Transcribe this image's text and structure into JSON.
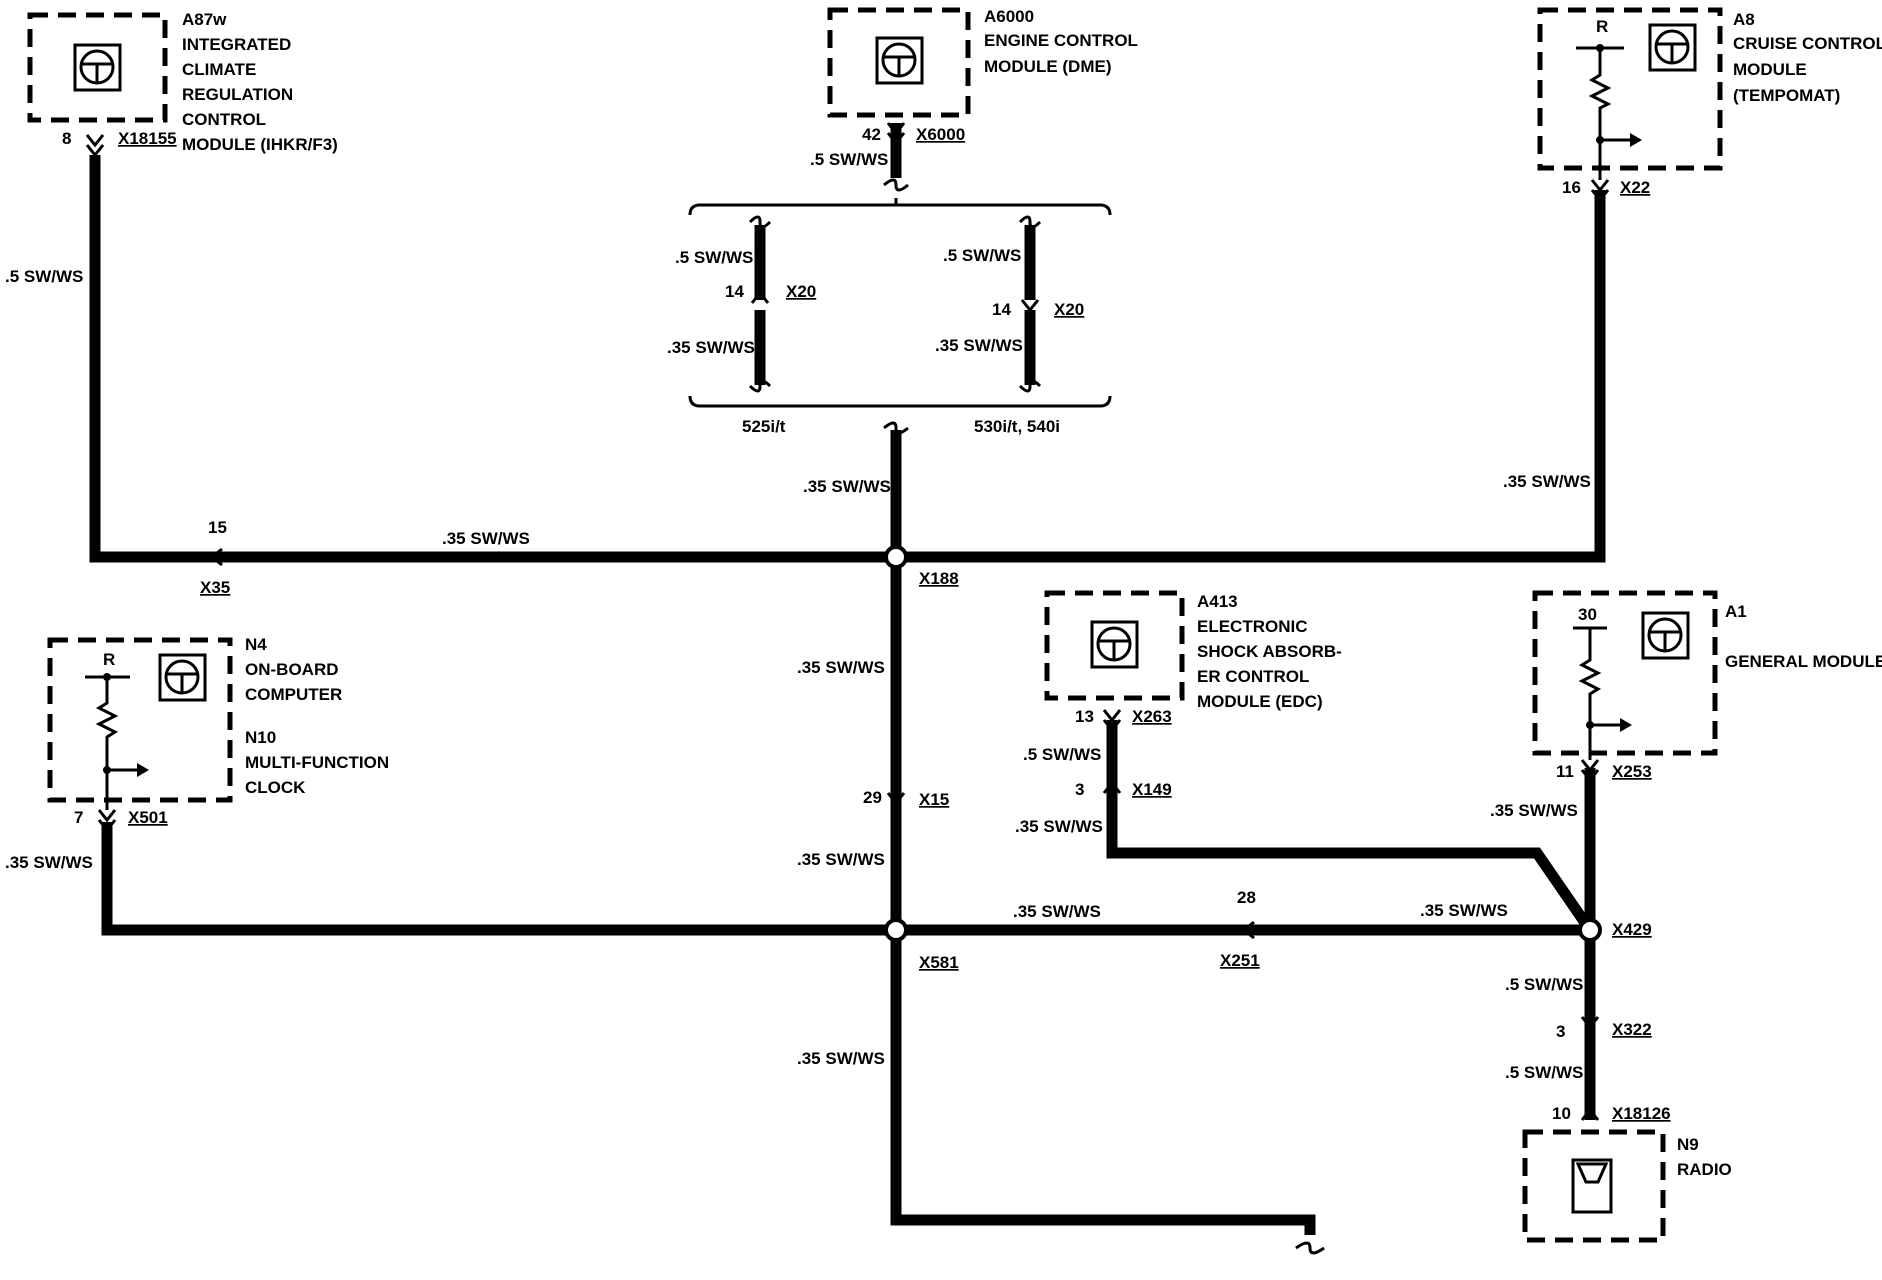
{
  "modules": {
    "a87w": {
      "code": "A87w",
      "lines": [
        "INTEGRATED",
        "CLIMATE",
        "REGULATION",
        "CONTROL",
        "MODULE (IHKR/F3)"
      ],
      "pin": "8",
      "connector": "X18155"
    },
    "a6000": {
      "code": "A6000",
      "lines": [
        "ENGINE CONTROL",
        "MODULE (DME)"
      ],
      "pin": "42",
      "connector": "X6000"
    },
    "a8": {
      "code": "A8",
      "lines": [
        "CRUISE CONTROL",
        "MODULE",
        "(TEMPOMAT)"
      ],
      "pin": "16",
      "connector": "X22",
      "internal_label": "R"
    },
    "n4": {
      "code": "N4",
      "lines": [
        "ON-BOARD",
        "COMPUTER"
      ],
      "code2": "N10",
      "lines2": [
        "MULTI-FUNCTION",
        "CLOCK"
      ],
      "pin": "7",
      "connector": "X501",
      "internal_label": "R"
    },
    "a413": {
      "code": "A413",
      "lines": [
        "ELECTRONIC",
        "SHOCK ABSORB-",
        "ER CONTROL",
        "MODULE (EDC)"
      ],
      "pin": "13",
      "connector": "X263"
    },
    "a1": {
      "code": "A1",
      "lines": [
        "GENERAL MODULE"
      ],
      "pin": "11",
      "connector": "X253",
      "internal_label": "30"
    },
    "n9": {
      "code": "N9",
      "lines": [
        "RADIO"
      ],
      "pin": "10",
      "connector": "X18126"
    }
  },
  "variants": {
    "left": {
      "pin": "14",
      "connector": "X20",
      "wire_top": ".5 SW/WS",
      "wire_bottom": ".35 SW/WS",
      "label": "525i/t"
    },
    "right": {
      "pin": "14",
      "connector": "X20",
      "wire_top": ".5 SW/WS",
      "wire_bottom": ".35 SW/WS",
      "label": "530i/t, 540i"
    }
  },
  "wire_labels": {
    "dme_out": ".5 SW/WS",
    "a87w_down": ".5 SW/WS",
    "center_top": ".35 SW/WS",
    "a8_down": ".35 SW/WS",
    "top_horizontal": ".35 SW/WS",
    "center_mid": ".35 SW/WS",
    "center_low": ".35 SW/WS",
    "center_bottom": ".35 SW/WS",
    "n4_down": ".35 SW/WS",
    "edc_a": ".5 SW/WS",
    "edc_b": ".35 SW/WS",
    "a1_down": ".35 SW/WS",
    "bottom_h_left": ".35 SW/WS",
    "bottom_h_right": ".35 SW/WS",
    "radio_a": ".5 SW/WS",
    "radio_b": ".5 SW/WS"
  },
  "connectors": {
    "x35": {
      "pin": "15",
      "name": "X35"
    },
    "x188": {
      "name": "X188"
    },
    "x15": {
      "pin": "29",
      "name": "X15"
    },
    "x581": {
      "name": "X581"
    },
    "x251": {
      "pin": "28",
      "name": "X251"
    },
    "x149": {
      "pin": "3",
      "name": "X149"
    },
    "x429": {
      "name": "X429"
    },
    "x322": {
      "pin": "3",
      "name": "X322"
    }
  }
}
